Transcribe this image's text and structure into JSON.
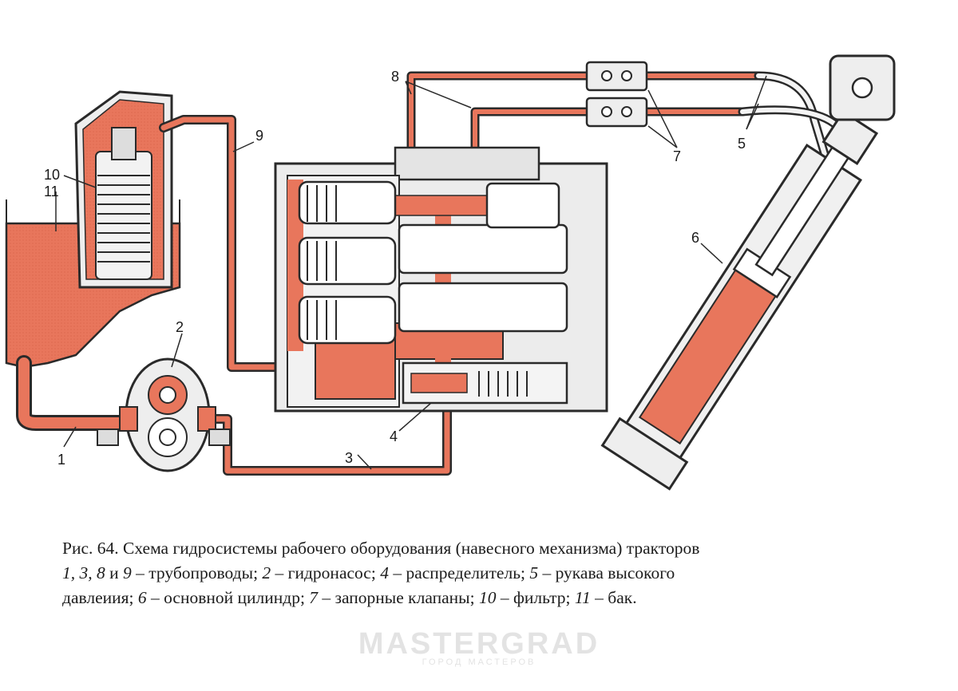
{
  "figure": {
    "number_title": "Рис. 64. Схема гидросистемы рабочего оборудования  (навесного механизма)  тракторов",
    "legend_items": [
      {
        "num": "1, 3, 8",
        "conj": "и",
        "num2": "9",
        "text": "трубопроводы;"
      },
      {
        "num": "2",
        "text": "гидронасос;"
      },
      {
        "num": "4",
        "text": "распределитель;"
      },
      {
        "num": "5",
        "text": "рукава высокого"
      },
      {
        "text_cont": "давлеиия;"
      },
      {
        "num": "6",
        "text": "основной цилиндр;"
      },
      {
        "num": "7",
        "text": "запорные клапаны;"
      },
      {
        "num": "10",
        "text": "фильтр;"
      },
      {
        "num": "11",
        "text": "бак."
      }
    ]
  },
  "callouts": [
    "1",
    "2",
    "3",
    "4",
    "5",
    "6",
    "7",
    "8",
    "9",
    "10",
    "11"
  ],
  "watermark": {
    "main": "MASTERGRAD",
    "sub": "ГОРОД МАСТЕРОВ"
  },
  "colors": {
    "oil": "#e8765c",
    "ink": "#2a2a2a",
    "metal": "#eeeeee",
    "paper": "#ffffff"
  }
}
